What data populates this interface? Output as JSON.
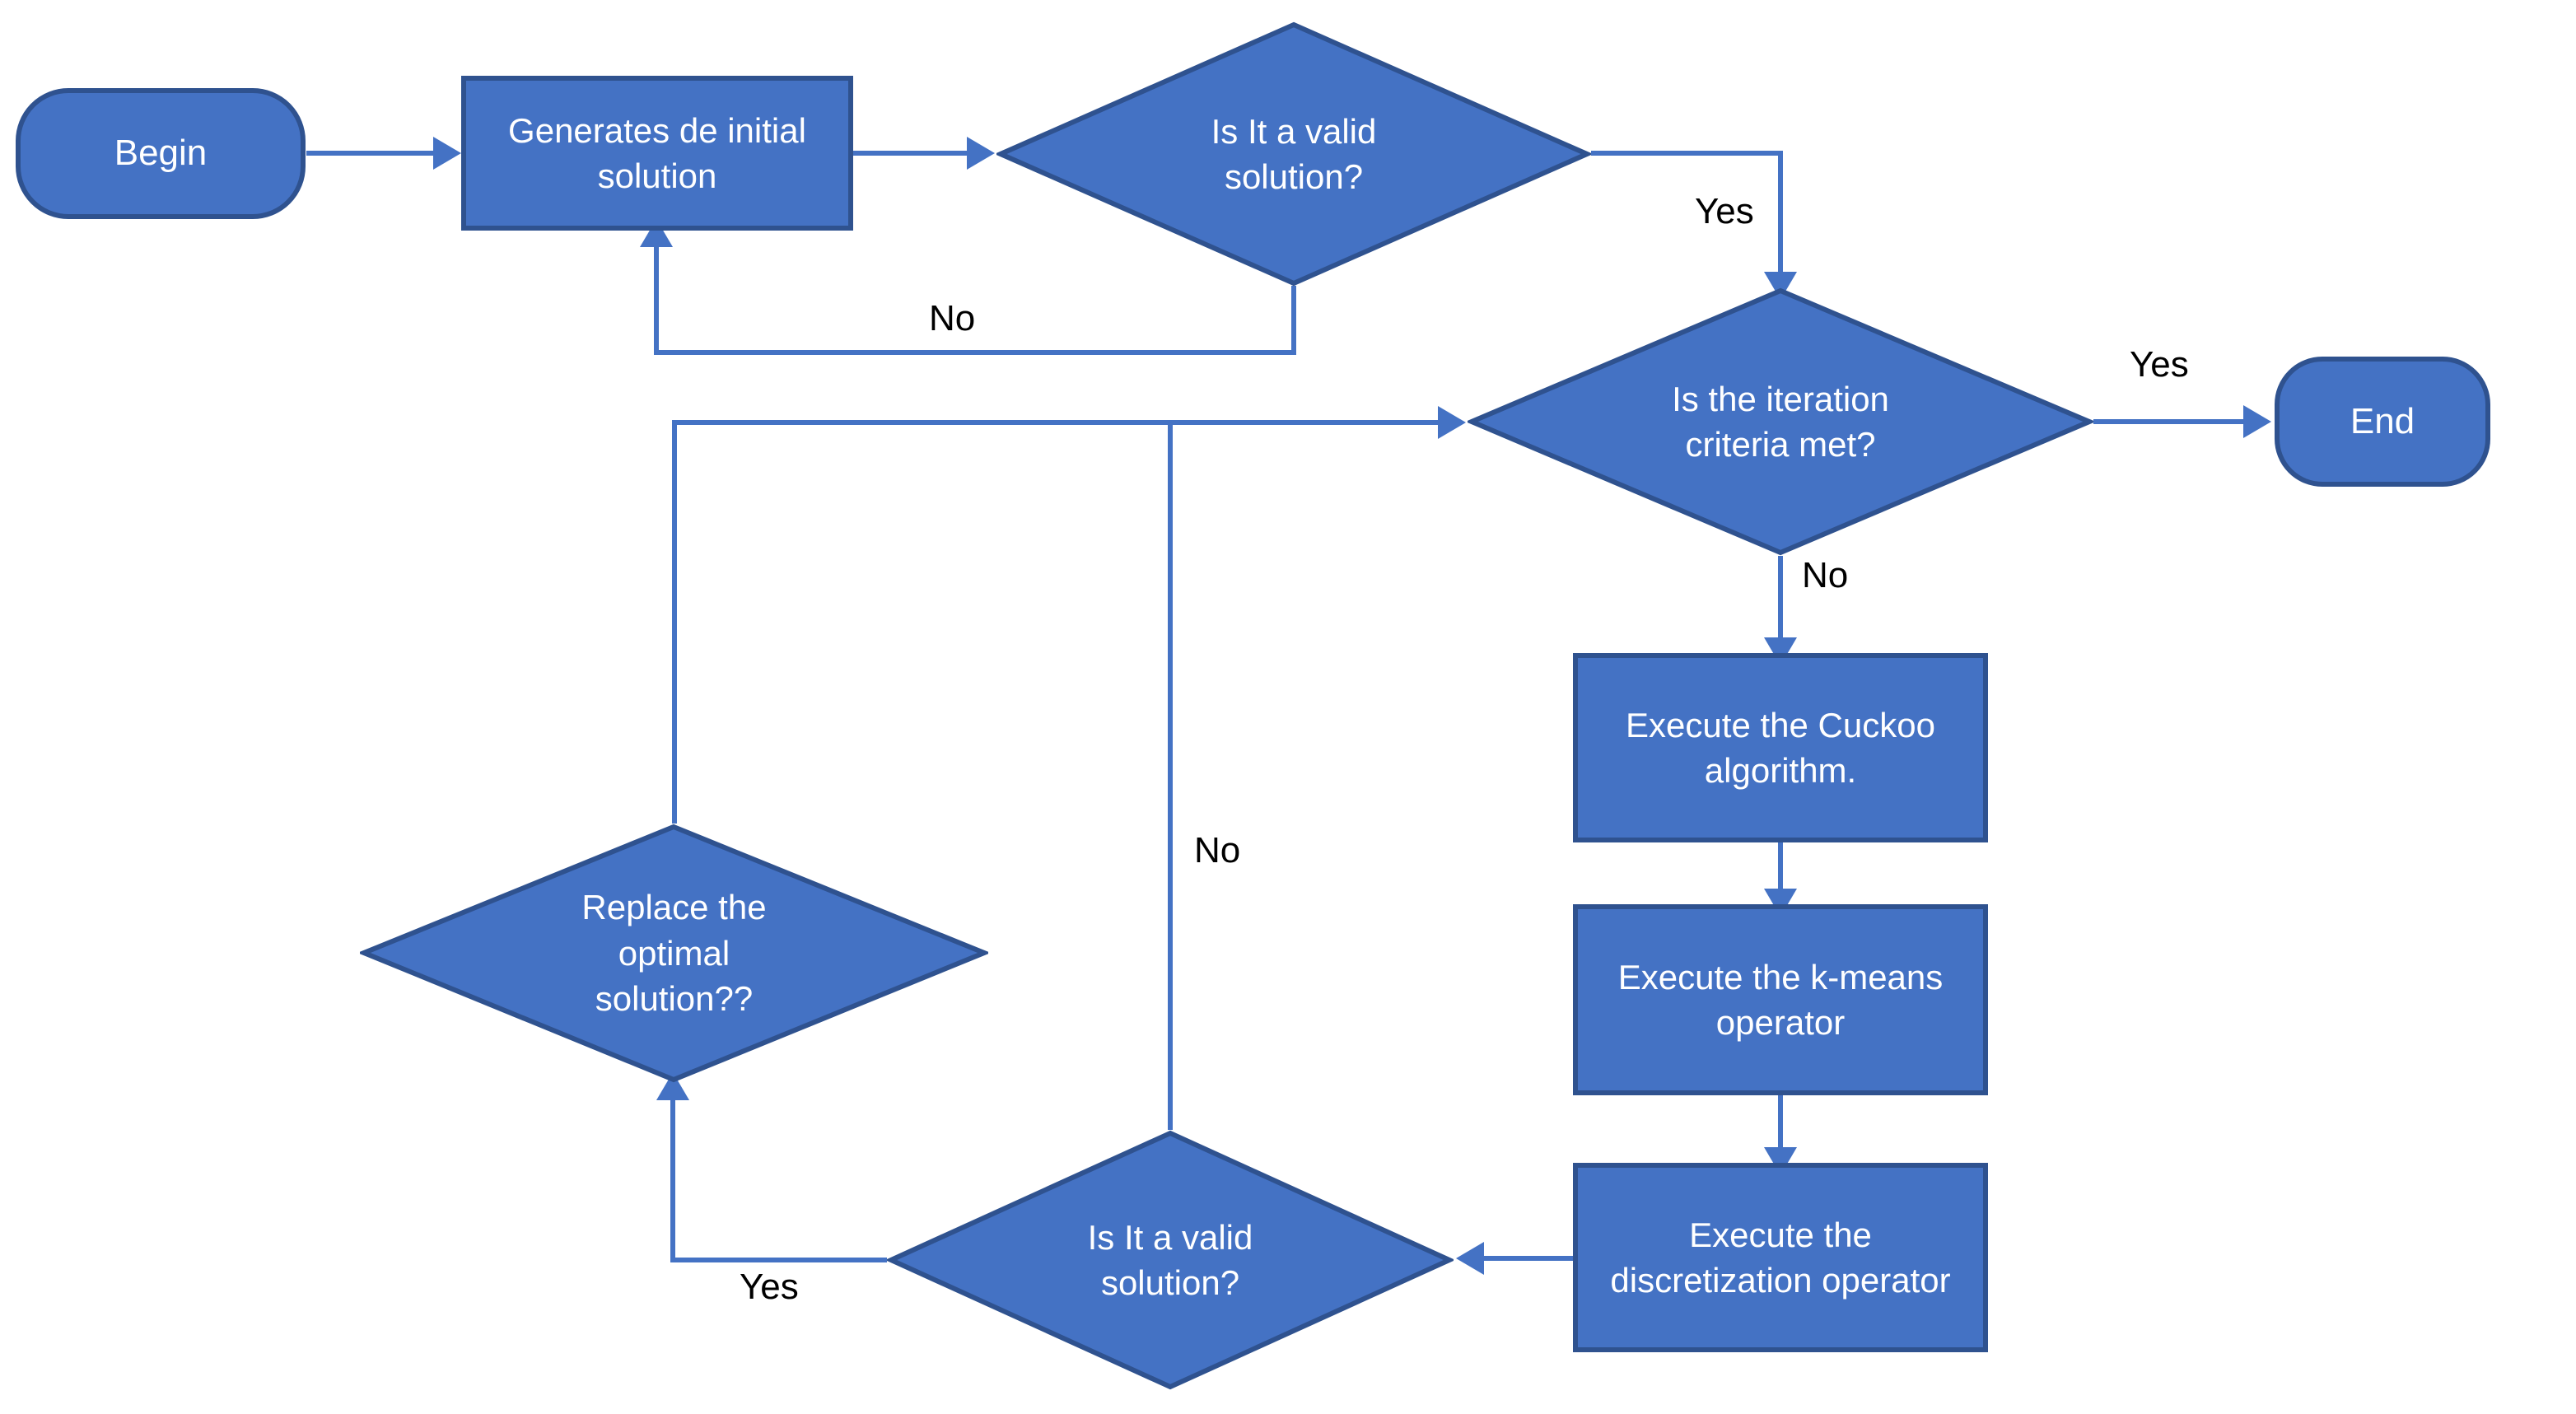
{
  "title": "Cuckoo search flowchart",
  "colors": {
    "node_fill": "#4472C4",
    "node_border": "#2F528F",
    "connector": "#4472C4",
    "node_text": "#FFFFFF",
    "edge_label": "#000000",
    "background": "#FFFFFF"
  },
  "nodes": {
    "begin": {
      "type": "terminator",
      "label": "Begin"
    },
    "generate": {
      "type": "process",
      "label": "Generates de initial solution"
    },
    "valid1": {
      "type": "decision",
      "label": "Is It a valid solution?"
    },
    "iteration": {
      "type": "decision",
      "label": "Is the iteration criteria met?"
    },
    "end": {
      "type": "terminator",
      "label": "End"
    },
    "cuckoo": {
      "type": "process",
      "label": "Execute the Cuckoo algorithm."
    },
    "kmeans": {
      "type": "process",
      "label": "Execute the k-means operator"
    },
    "discretization": {
      "type": "process",
      "label": "Execute the discretization operator"
    },
    "valid2": {
      "type": "decision",
      "label": "Is It a valid solution?"
    },
    "replace": {
      "type": "decision",
      "label": "Replace the optimal solution??"
    }
  },
  "edge_labels": {
    "valid1_no": "No",
    "valid1_yes": "Yes",
    "iteration_yes": "Yes",
    "iteration_no": "No",
    "valid2_no": "No",
    "valid2_yes": "Yes"
  }
}
